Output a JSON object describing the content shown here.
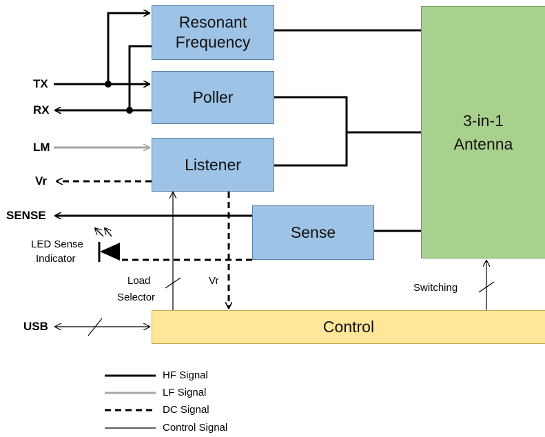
{
  "blocks": {
    "resonant_line1": "Resonant",
    "resonant_line2": "Frequency",
    "poller": "Poller",
    "listener": "Listener",
    "sense": "Sense",
    "antenna_line1": "3-in-1",
    "antenna_line2": "Antenna",
    "control": "Control"
  },
  "pins": {
    "tx": "TX",
    "rx": "RX",
    "lm": "LM",
    "vr": "Vr",
    "sense": "SENSE",
    "usb": "USB"
  },
  "labels": {
    "led_line1": "LED Sense",
    "led_line2": "Indicator",
    "load_line1": "Load",
    "load_line2": "Selector",
    "vr_mid": "Vr",
    "switching": "Switching"
  },
  "legend": {
    "hf": "HF Signal",
    "lf": "LF Signal",
    "dc": "DC Signal",
    "control": "Control Signal"
  },
  "colors": {
    "block_blue": "#9dc3e6",
    "antenna_green": "#a9d18e",
    "control_yellow": "#ffe699",
    "lf_gray": "#a6a6a6"
  }
}
